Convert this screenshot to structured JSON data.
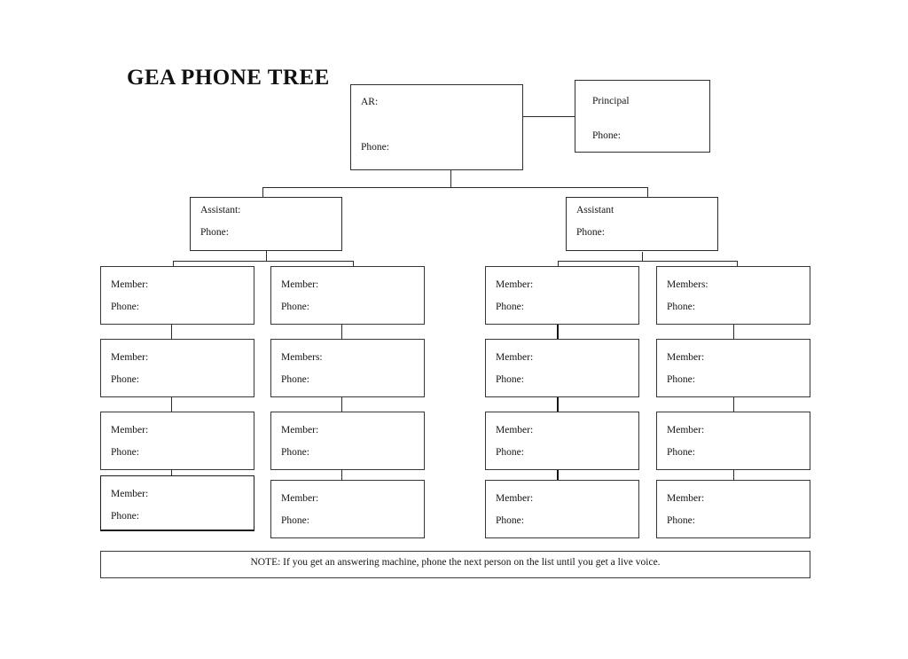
{
  "document": {
    "title": "GEA PHONE TREE"
  },
  "root": {
    "name_label": "AR:",
    "phone_label": "Phone:"
  },
  "principal": {
    "name_label": "Principal",
    "phone_label": "Phone:"
  },
  "assistants": [
    {
      "name_label": "Assistant:",
      "phone_label": "Phone:"
    },
    {
      "name_label": "Assistant",
      "phone_label": "Phone:"
    }
  ],
  "columns": [
    {
      "members": [
        {
          "name_label": "Member:",
          "phone_label": "Phone:"
        },
        {
          "name_label": "Member:",
          "phone_label": "Phone:"
        },
        {
          "name_label": "Member:",
          "phone_label": "Phone:"
        },
        {
          "name_label": "Member:",
          "phone_label": "Phone:"
        }
      ]
    },
    {
      "members": [
        {
          "name_label": "Member:",
          "phone_label": "Phone:"
        },
        {
          "name_label": "Members:",
          "phone_label": "Phone:"
        },
        {
          "name_label": "Member:",
          "phone_label": "Phone:"
        },
        {
          "name_label": "Member:",
          "phone_label": "Phone:"
        }
      ]
    },
    {
      "members": [
        {
          "name_label": "Member:",
          "phone_label": "Phone:"
        },
        {
          "name_label": "Member:",
          "phone_label": "Phone:"
        },
        {
          "name_label": "Member:",
          "phone_label": "Phone:"
        },
        {
          "name_label": "Member:",
          "phone_label": "Phone:"
        }
      ]
    },
    {
      "members": [
        {
          "name_label": "Members:",
          "phone_label": "Phone:"
        },
        {
          "name_label": "Member:",
          "phone_label": "Phone:"
        },
        {
          "name_label": "Member:",
          "phone_label": "Phone:"
        },
        {
          "name_label": "Member:",
          "phone_label": "Phone:"
        }
      ]
    }
  ],
  "note": {
    "text": "NOTE: If you get an answering machine, phone the next person on the list until you get a live voice."
  },
  "colors": {
    "page_background": "#ffffff",
    "box_border": "#3a3a3a",
    "connector": "#2a2a2a",
    "text": "#141414"
  }
}
